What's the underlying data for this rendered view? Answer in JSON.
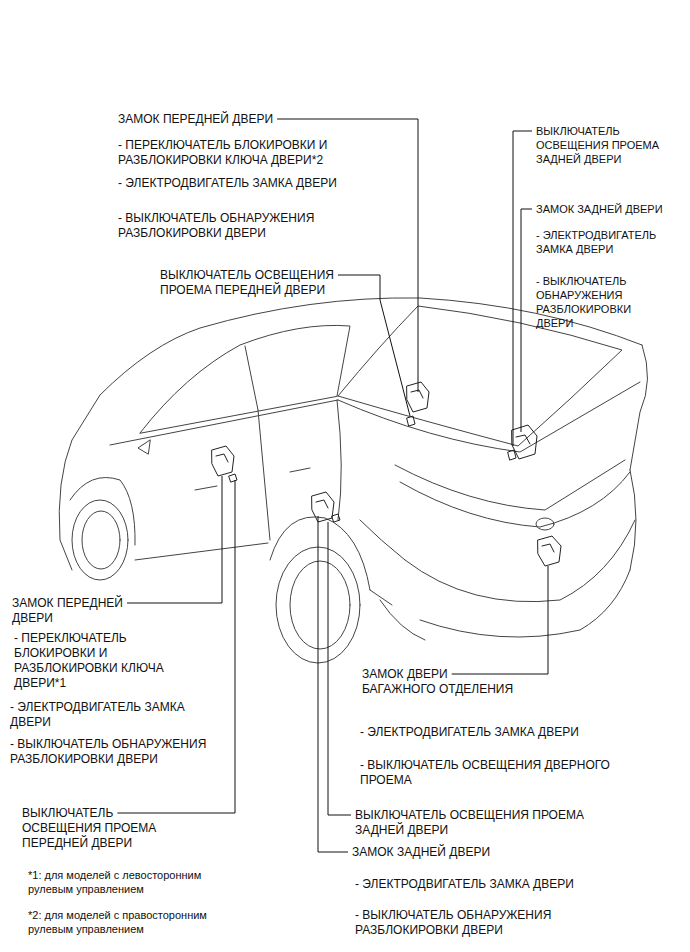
{
  "diagram": {
    "labels": [
      "ЗАМОК ПЕРЕДНЕЙ ДВЕРИ",
      "- ПЕРЕКЛЮЧАТЕЛЬ БЛОКИРОВКИ И РАЗБЛОКИРОВКИ КЛЮЧА ДВЕРИ*2",
      "- ЭЛЕКТРОДВИГАТЕЛЬ ЗАМКА ДВЕРИ",
      "- ВЫКЛЮЧАТЕЛЬ ОБНАРУЖЕНИЯ РАЗБЛОКИРОВКИ ДВЕРИ",
      "ВЫКЛЮЧАТЕЛЬ ОСВЕЩЕНИЯ ПРОЕМА ЗАДНЕЙ ДВЕРИ",
      "ЗАМОК ЗАДНЕЙ ДВЕРИ",
      "- ЭЛЕКТРОДВИГАТЕЛЬ ЗАМКА ДВЕРИ",
      "- ВЫКЛЮЧАТЕЛЬ ОБНАРУЖЕНИЯ РАЗБЛОКИРОВКИ ДВЕРИ",
      "ВЫКЛЮЧАТЕЛЬ ОСВЕЩЕНИЯ ПРОЕМА ПЕРЕДНЕЙ ДВЕРИ",
      "ЗАМОК ПЕРЕДНЕЙ ДВЕРИ",
      "- ПЕРЕКЛЮЧАТЕЛЬ БЛОКИРОВКИ И РАЗБЛОКИРОВКИ КЛЮЧА ДВЕРИ*1",
      "- ЭЛЕКТРОДВИГАТЕЛЬ ЗАМКА ДВЕРИ",
      "- ВЫКЛЮЧАТЕЛЬ ОБНАРУЖЕНИЯ РАЗБЛОКИРОВКИ ДВЕРИ",
      "ЗАМОК ДВЕРИ БАГАЖНОГО ОТДЕЛЕНИЯ",
      "- ЭЛЕКТРОДВИГАТЕЛЬ ЗАМКА ДВЕРИ",
      "- ВЫКЛЮЧАТЕЛЬ ОСВЕЩЕНИЯ ДВЕРНОГО ПРОЕМА",
      "ВЫКЛЮЧАТЕЛЬ ОСВЕЩЕНИЯ ПРОЕМА ПЕРЕДНЕЙ ДВЕРИ",
      "ВЫКЛЮЧАТЕЛЬ ОСВЕЩЕНИЯ ПРОЕМА ЗАДНЕЙ ДВЕРИ",
      "ЗАМОК ЗАДНЕЙ ДВЕРИ",
      "*1: для моделей с левосторонним рулевым управлением",
      "*2: для моделей с правосторонним рулевым управлением",
      "- ЭЛЕКТРОДВИГАТЕЛЬ ЗАМКА ДВЕРИ",
      "- ВЫКЛЮЧАТЕЛЬ ОБНАРУЖЕНИЯ РАЗБЛОКИРОВКИ ДВЕРИ"
    ]
  }
}
